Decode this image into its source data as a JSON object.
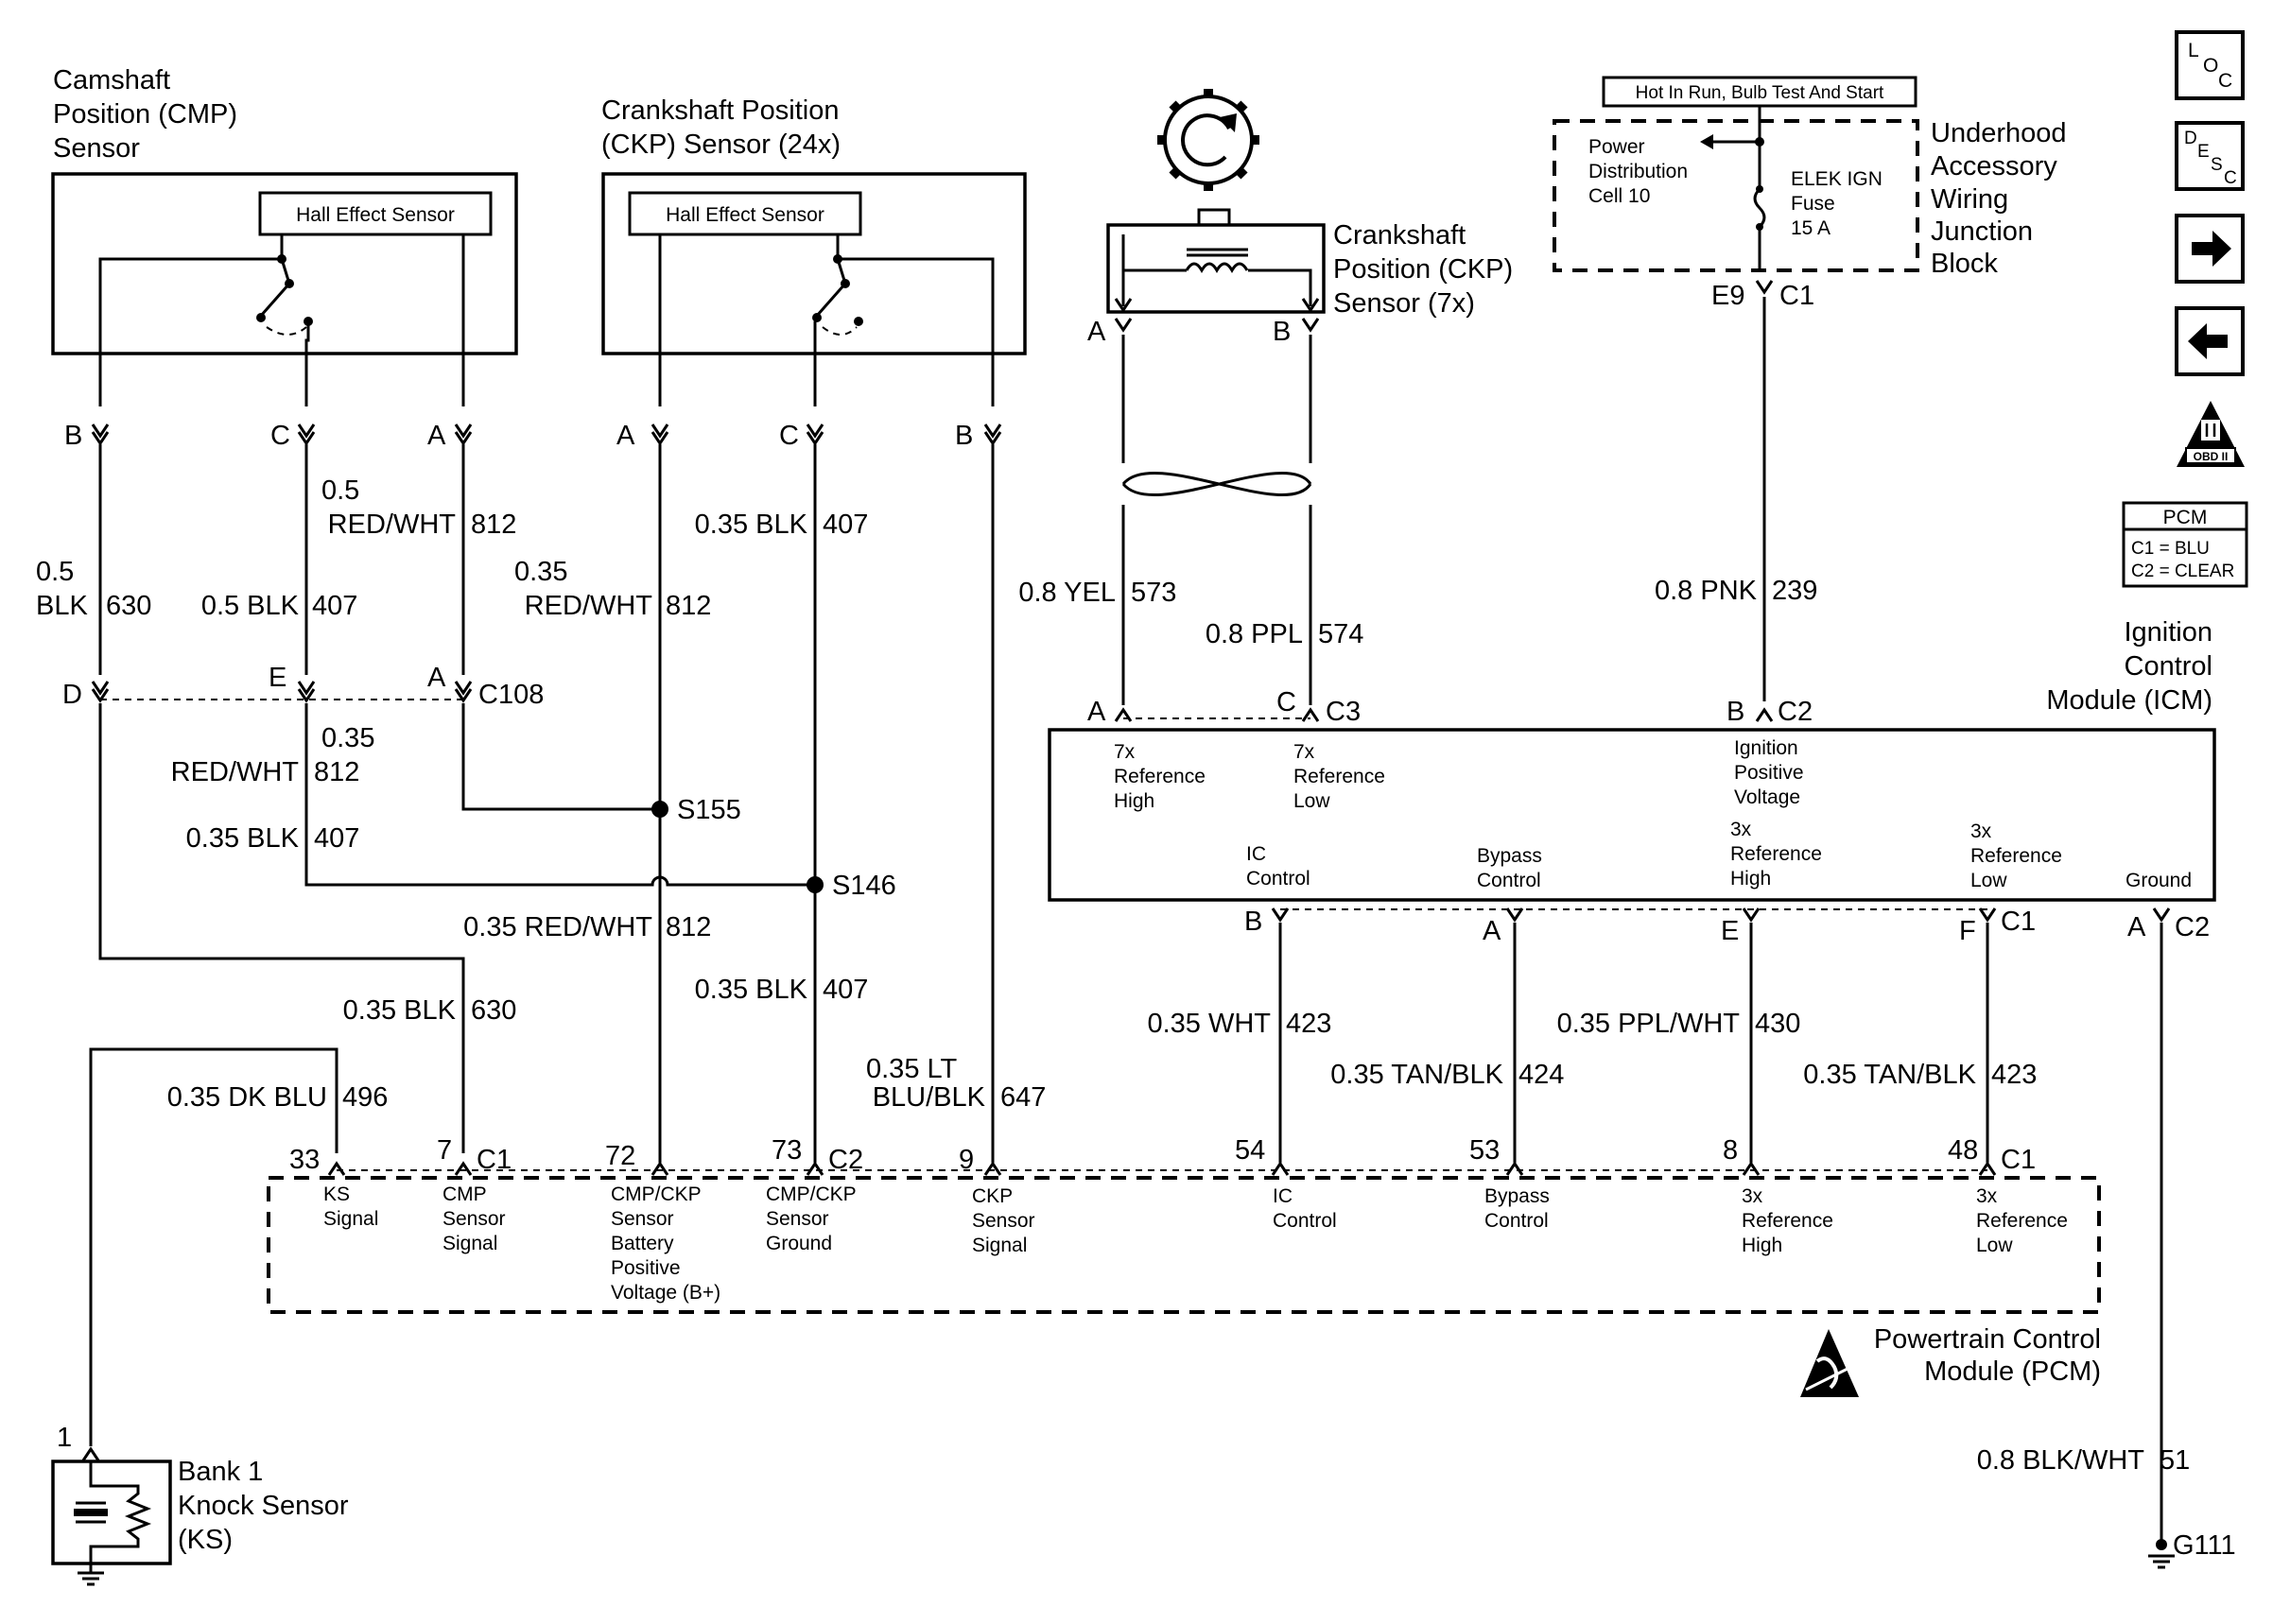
{
  "cmp_sensor": {
    "title": [
      "Camshaft",
      "Position (CMP)",
      "Sensor"
    ],
    "hall": "Hall Effect Sensor",
    "pins": [
      "B",
      "C",
      "A"
    ]
  },
  "ckp24_sensor": {
    "title": [
      "Crankshaft Position",
      "(CKP) Sensor (24x)"
    ],
    "hall": "Hall Effect Sensor",
    "pins": [
      "A",
      "C",
      "B"
    ]
  },
  "ckp7_sensor": {
    "title": [
      "Crankshaft",
      "Position (CKP)",
      "Sensor (7x)"
    ],
    "pins": [
      "A",
      "B"
    ]
  },
  "junction_block": {
    "hot_label": "Hot In Run, Bulb Test And Start",
    "title": [
      "Underhood",
      "Accessory",
      "Wiring",
      "Junction",
      "Block"
    ],
    "power_cell": [
      "Power",
      "Distribution",
      "Cell 10"
    ],
    "fuse": [
      "ELEK IGN",
      "Fuse",
      "15 A"
    ],
    "pin": "E9",
    "connector": "C1"
  },
  "wires": {
    "cmp_b": [
      "0.5",
      "BLK",
      "630"
    ],
    "cmp_c": [
      "0.5 BLK",
      "407"
    ],
    "cmp_a": [
      "0.5",
      "RED/WHT",
      "812"
    ],
    "ckp_a": [
      "0.35",
      "RED/WHT",
      "812"
    ],
    "ckp_c": [
      "0.35 BLK",
      "407"
    ],
    "c108_e": [
      "0.35",
      "RED/WHT",
      "812"
    ],
    "c108_blk": [
      "0.35 BLK",
      "407"
    ],
    "s155_down": [
      "0.35 RED/WHT",
      "812"
    ],
    "s146_down": [
      "0.35 BLK",
      "407"
    ],
    "blk630": [
      "0.35 BLK",
      "630"
    ],
    "ks": [
      "0.35 DK BLU",
      "496"
    ],
    "ckp_sig": [
      "0.35 LT",
      "BLU/BLK",
      "647"
    ],
    "yel": [
      "0.8 YEL",
      "573"
    ],
    "ppl": [
      "0.8 PPL",
      "574"
    ],
    "pnk": [
      "0.8 PNK",
      "239"
    ],
    "wht": [
      "0.35 WHT",
      "423"
    ],
    "tanblk424": [
      "0.35 TAN/BLK",
      "424"
    ],
    "pplwht": [
      "0.35 PPL/WHT",
      "430"
    ],
    "tanblk423": [
      "0.35 TAN/BLK",
      "423"
    ],
    "blkwht": [
      "0.8 BLK/WHT",
      "51"
    ]
  },
  "c108": {
    "label": "C108",
    "pins": [
      "D",
      "E",
      "A"
    ]
  },
  "splices": {
    "s155": "S155",
    "s146": "S146"
  },
  "icm": {
    "title": [
      "Ignition",
      "Control",
      "Module (ICM)"
    ],
    "c3_pins": [
      "A",
      "C"
    ],
    "c3": "C3",
    "c2_pin": "B",
    "c2": "C2",
    "top_labels": [
      [
        "7x",
        "Reference",
        "High"
      ],
      [
        "7x",
        "Reference",
        "Low"
      ],
      [
        "Ignition",
        "Positive",
        "Voltage"
      ]
    ],
    "bottom_labels": [
      [
        "IC",
        "Control"
      ],
      [
        "Bypass",
        "Control"
      ],
      [
        "3x",
        "Reference",
        "High"
      ],
      [
        "3x",
        "Reference",
        "Low"
      ],
      [
        "Ground"
      ]
    ],
    "c1_pins": [
      "B",
      "A",
      "E",
      "F"
    ],
    "c1": "C1",
    "gnd_pin": "A",
    "gnd_conn": "C2"
  },
  "pcm": {
    "title": [
      "Powertrain Control",
      "Module (PCM)"
    ],
    "pins": [
      "33",
      "7",
      "72",
      "73",
      "9",
      "54",
      "53",
      "8",
      "48"
    ],
    "connectors": [
      "C1",
      "C2",
      "C1"
    ],
    "labels": [
      [
        "KS",
        "Signal"
      ],
      [
        "CMP",
        "Sensor",
        "Signal"
      ],
      [
        "CMP/CKP",
        "Sensor",
        "Battery",
        "Positive",
        "Voltage (B+)"
      ],
      [
        "CMP/CKP",
        "Sensor",
        "Ground"
      ],
      [
        "CKP",
        "Sensor",
        "Signal"
      ],
      [
        "IC",
        "Control"
      ],
      [
        "Bypass",
        "Control"
      ],
      [
        "3x",
        "Reference",
        "High"
      ],
      [
        "3x",
        "Reference",
        "Low"
      ]
    ]
  },
  "knock_sensor": {
    "pin": "1",
    "title": [
      "Bank 1",
      "Knock Sensor",
      "(KS)"
    ]
  },
  "ground": "G111",
  "legend": {
    "title": "PCM",
    "lines": [
      "C1 = BLU",
      "C2 = CLEAR"
    ]
  },
  "nav": {
    "loc": [
      "L",
      "O",
      "C"
    ],
    "desc": [
      "D",
      "E",
      "S",
      "C"
    ],
    "obd": "OBD II"
  }
}
